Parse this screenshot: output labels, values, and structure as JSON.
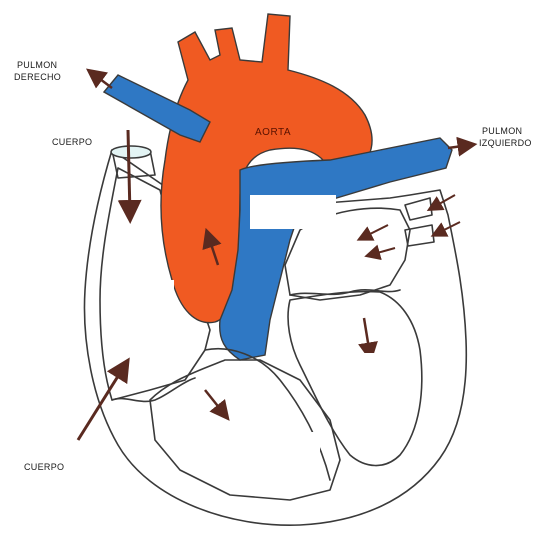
{
  "labels": {
    "pulmon_derecho_line1": "PULMON",
    "pulmon_derecho_line2": "DERECHO",
    "pulmon_izquierdo_line1": "PULMON",
    "pulmon_izquierdo_line2": "IZQUIERDO",
    "cuerpo_top": "CUERPO",
    "cuerpo_bottom": "CUERPO",
    "aorta": "AORTA"
  },
  "blank_label_boxes": [
    {
      "name": "blank-label-pulmonary-artery"
    },
    {
      "name": "blank-label-right-atrium"
    },
    {
      "name": "blank-label-left-atrium"
    },
    {
      "name": "blank-label-left-ventricle"
    },
    {
      "name": "blank-label-right-ventricle"
    }
  ],
  "colors": {
    "aorta": "#f05a22",
    "pulmonary": "#2f78c4",
    "right_side": "#e3f4f4",
    "left_side": "#f7d4c8",
    "wall": "#d9dcdc",
    "outline": "#3a3a3a",
    "arrow": "#5a2a20"
  }
}
